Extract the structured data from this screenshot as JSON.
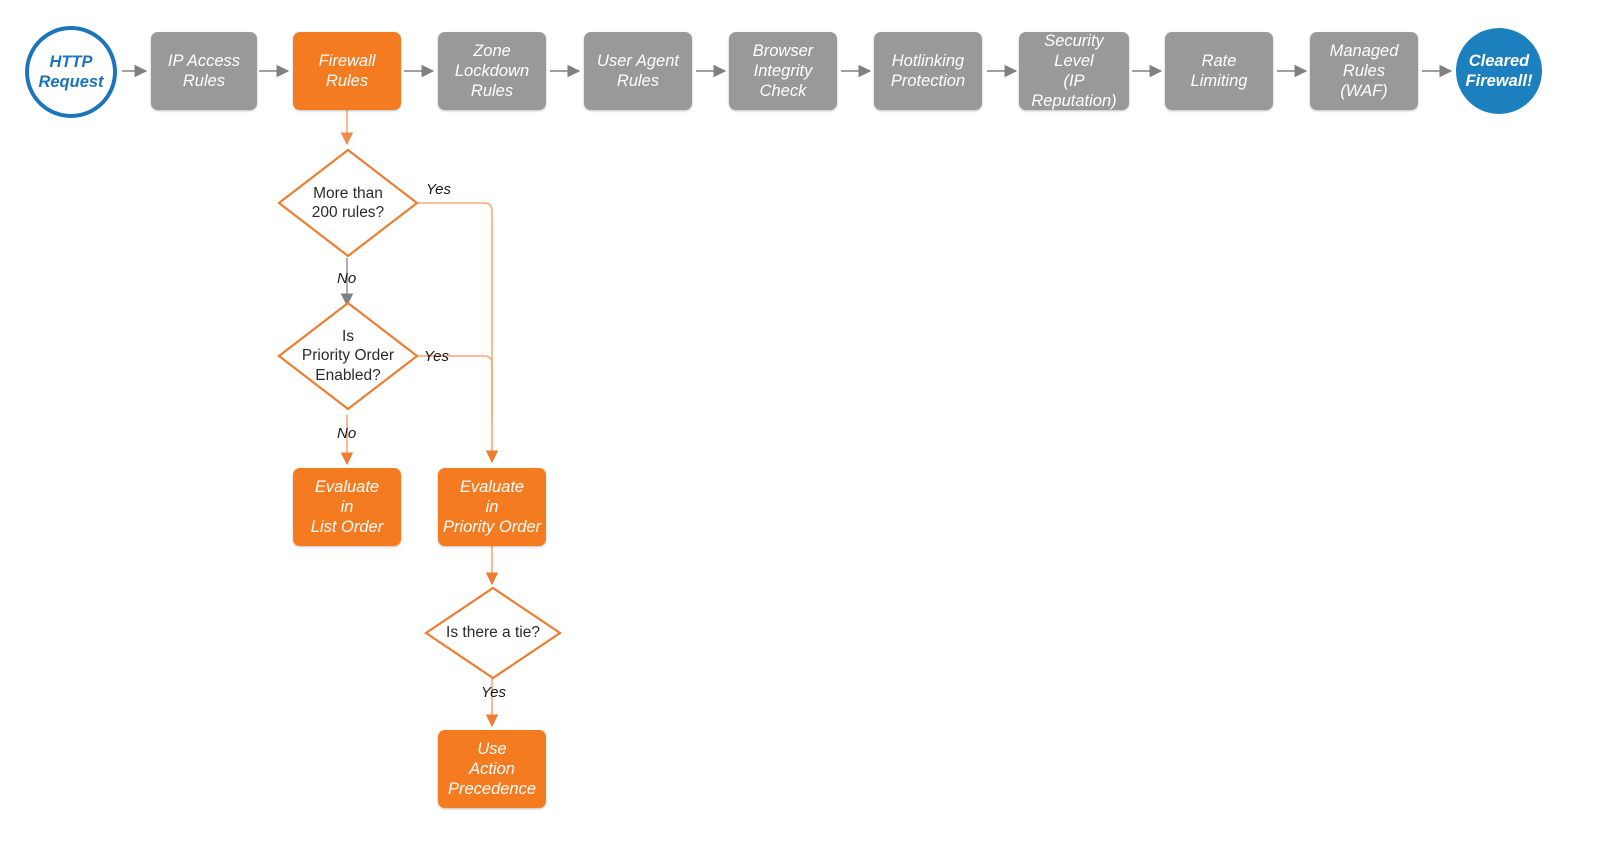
{
  "diagram": {
    "title": "Cloudflare firewall rule evaluation order",
    "colors": {
      "gray_node": "#999999",
      "orange_node": "#f47b20",
      "orange_line": "#ed7d31",
      "orange_line_light": "#f7a97a",
      "blue_outline": "#1c75bc",
      "blue_fill": "#1c7fbe",
      "gray_line": "#808080",
      "background": "#ffffff"
    },
    "pipeline": [
      {
        "id": "http-request",
        "label": "HTTP\nRequest",
        "shape": "circle-outline",
        "color": "blue"
      },
      {
        "id": "ip-access-rules",
        "label": "IP Access\nRules",
        "shape": "rounded-rect",
        "color": "gray"
      },
      {
        "id": "firewall-rules",
        "label": "Firewall\nRules",
        "shape": "rounded-rect",
        "color": "orange"
      },
      {
        "id": "zone-lockdown",
        "label": "Zone\nLockdown\nRules",
        "shape": "rounded-rect",
        "color": "gray"
      },
      {
        "id": "user-agent-rules",
        "label": "User Agent\nRules",
        "shape": "rounded-rect",
        "color": "gray"
      },
      {
        "id": "browser-integrity",
        "label": "Browser\nIntegrity\nCheck",
        "shape": "rounded-rect",
        "color": "gray"
      },
      {
        "id": "hotlinking",
        "label": "Hotlinking\nProtection",
        "shape": "rounded-rect",
        "color": "gray"
      },
      {
        "id": "security-level",
        "label": "Security\nLevel\n(IP Reputation)",
        "shape": "rounded-rect",
        "color": "gray"
      },
      {
        "id": "rate-limiting",
        "label": "Rate\nLimiting",
        "shape": "rounded-rect",
        "color": "gray"
      },
      {
        "id": "managed-rules",
        "label": "Managed\nRules\n(WAF)",
        "shape": "rounded-rect",
        "color": "gray"
      },
      {
        "id": "cleared-firewall",
        "label": "Cleared\nFirewall!",
        "shape": "circle-filled",
        "color": "blue"
      }
    ],
    "decisions": [
      {
        "id": "more-than-200-rules",
        "label": "More than\n200 rules?"
      },
      {
        "id": "priority-order-enabled",
        "label": "Is\nPriority Order\nEnabled?"
      },
      {
        "id": "is-there-a-tie",
        "label": "Is there a tie?"
      }
    ],
    "outcomes": [
      {
        "id": "evaluate-list-order",
        "label": "Evaluate\nin\nList Order"
      },
      {
        "id": "evaluate-priority-order",
        "label": "Evaluate\nin\nPriority Order"
      },
      {
        "id": "use-action-precedence",
        "label": "Use\nAction\nPrecedence"
      }
    ],
    "edge_labels": {
      "more_than_200_yes": "Yes",
      "more_than_200_no": "No",
      "priority_order_yes": "Yes",
      "priority_order_no": "No",
      "tie_yes": "Yes"
    }
  }
}
